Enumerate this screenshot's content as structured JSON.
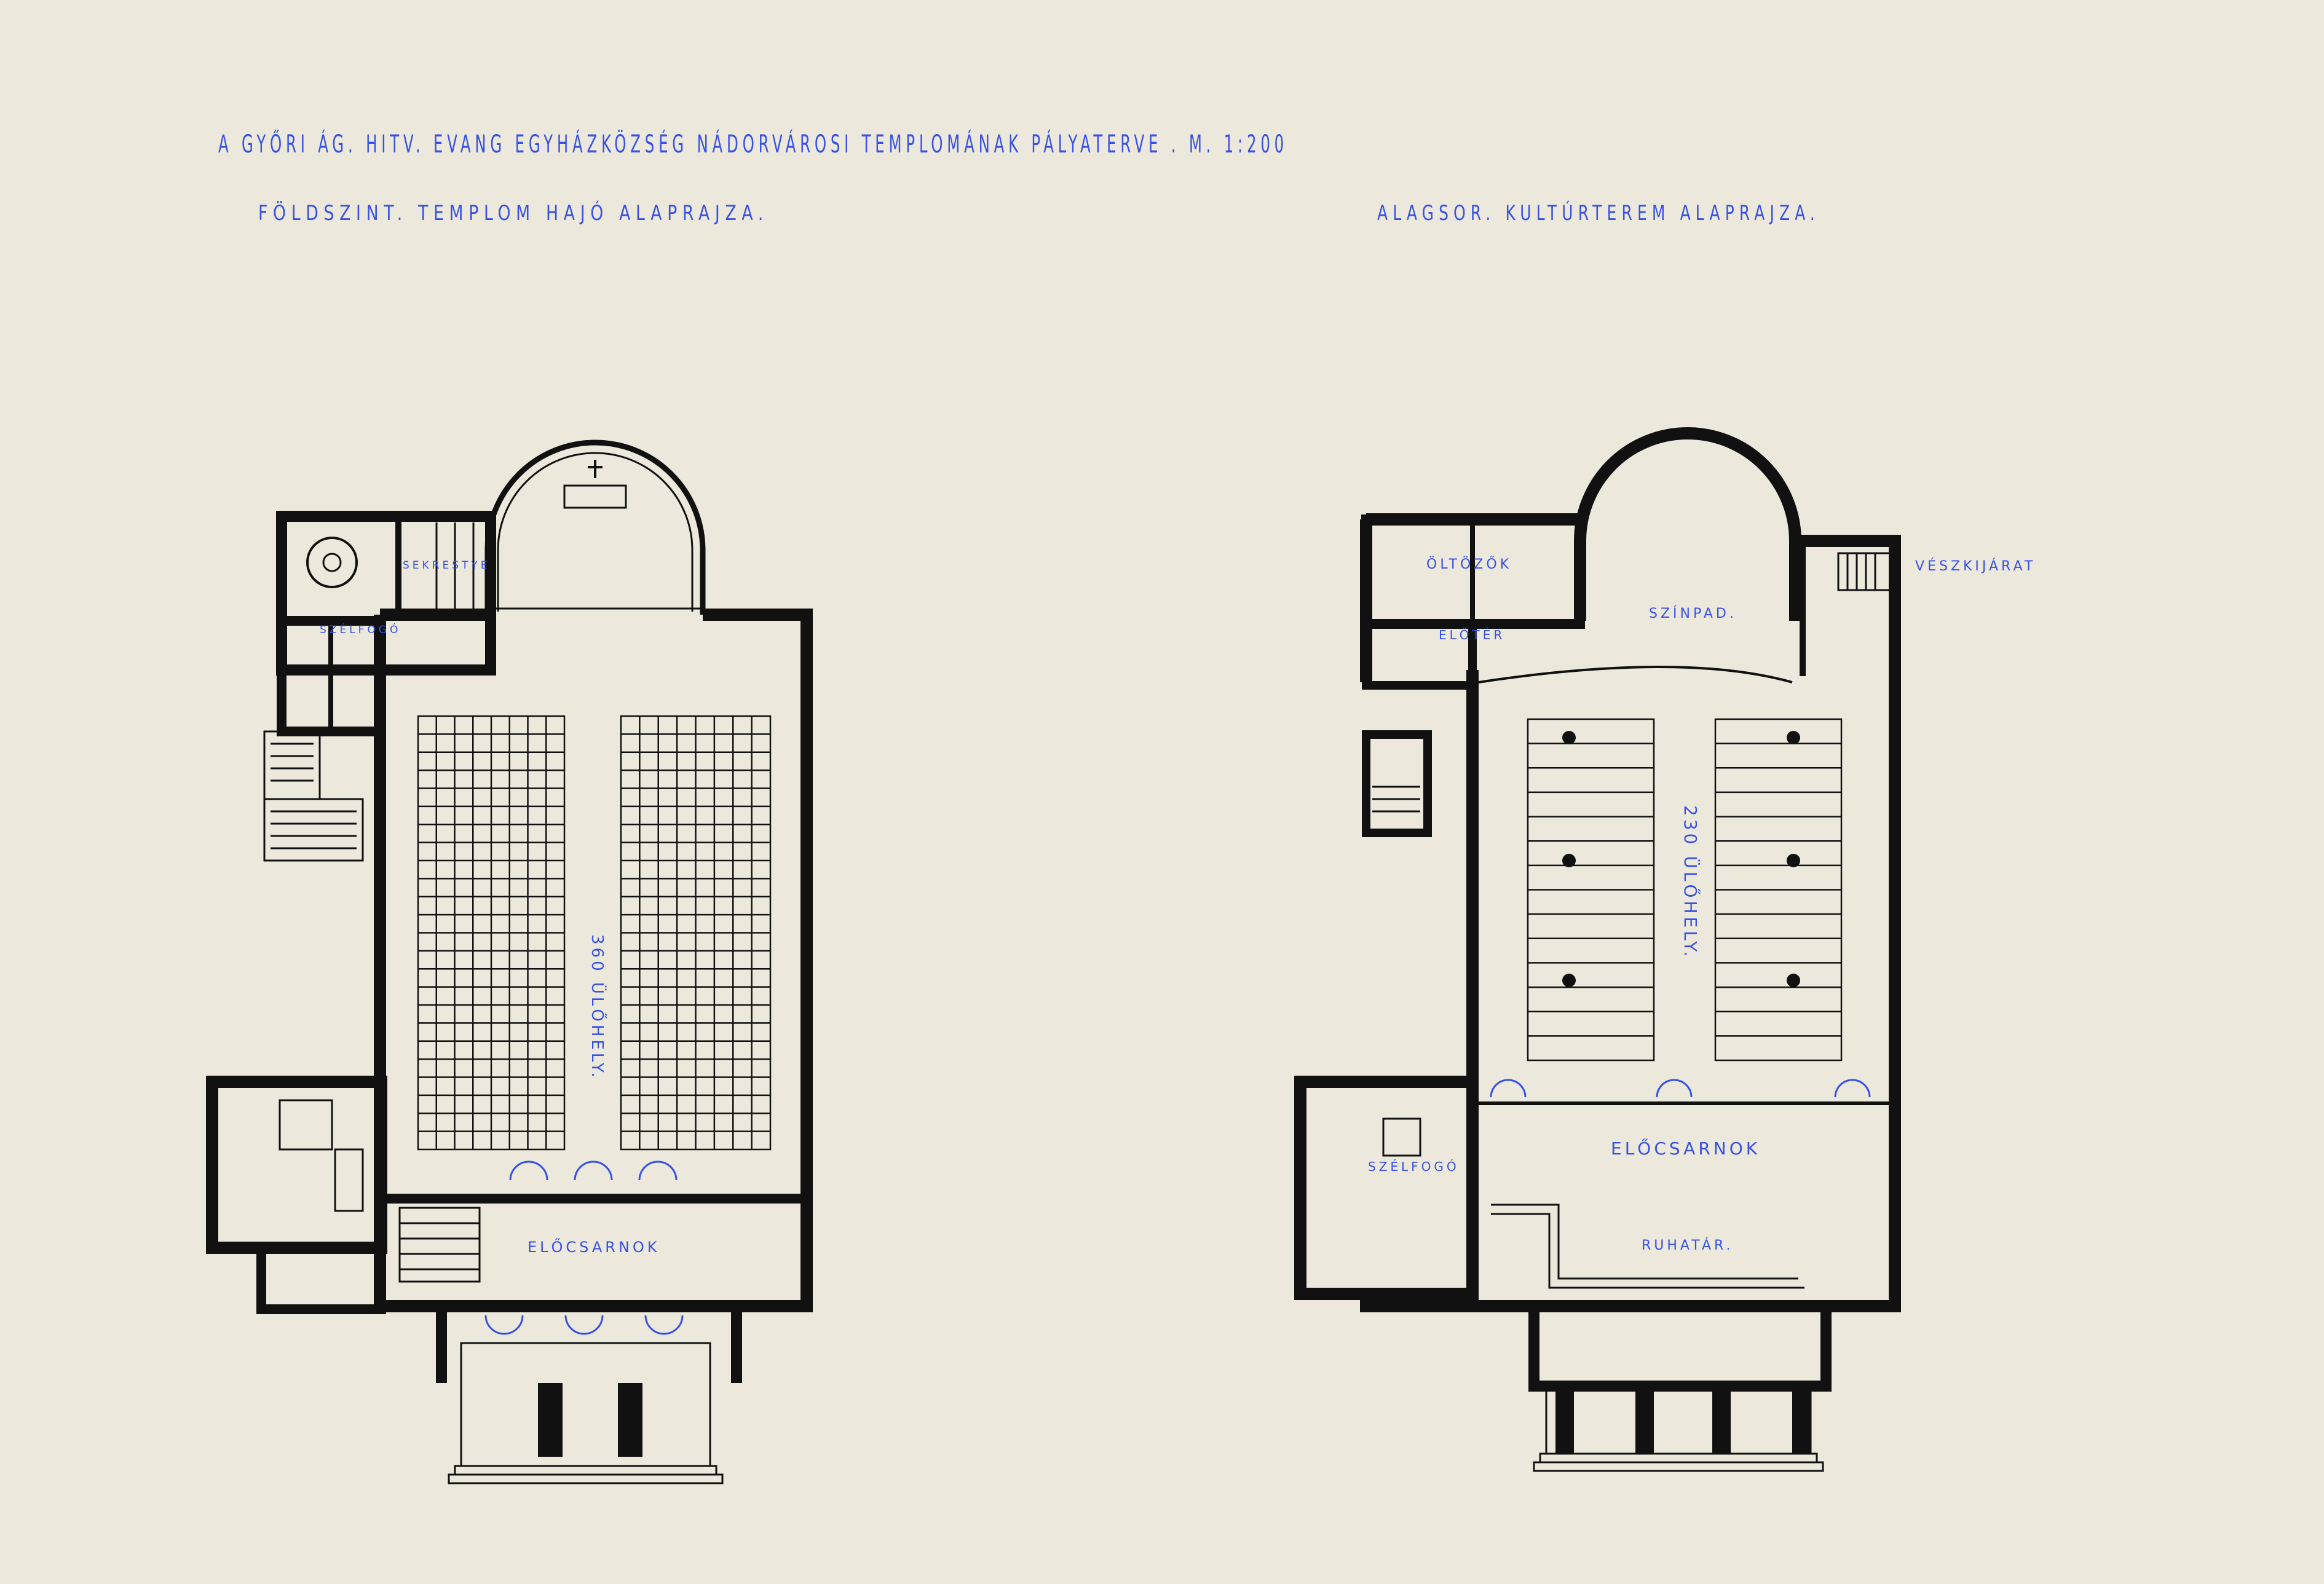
{
  "sheet": {
    "title": "A GYŐRI ÁG. HITV. EVANG EGYHÁZKÖZSÉG NÁDORVÁROSI TEMPLOMÁNAK PÁLYATERVE . M. 1:200"
  },
  "ground_floor": {
    "caption": "FÖLDSZINT. TEMPLOM HAJÓ ALAPRAJZA.",
    "labels": {
      "sacristy": "SEKRESTYE",
      "wind_lobby": "SZÉLFOGÓ",
      "seats": "360 ÜLŐHELY.",
      "vestibule": "ELŐCSARNOK"
    }
  },
  "basement": {
    "caption": "ALAGSOR. KULTÚRTEREM ALAPRAJZA.",
    "labels": {
      "dressing": "ÖLTÖZŐK",
      "anteroom": "ELŐTÉR",
      "stage": "SZÍNPAD.",
      "emergency_exit": "VÉSZKIJÁRAT",
      "seats": "230 ÜLŐHELY.",
      "vestibule": "ELŐCSARNOK",
      "wind_lobby": "SZÉLFOGÓ",
      "cloakroom": "RUHATÁR."
    }
  },
  "colors": {
    "ink": "#3650e8",
    "walls": "#111111",
    "paper": "#ece9dc"
  }
}
